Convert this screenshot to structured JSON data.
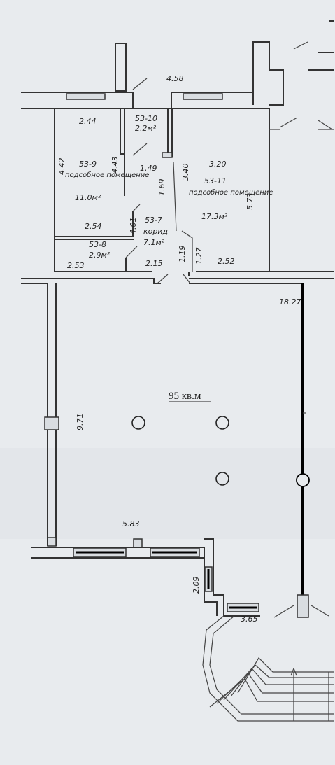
{
  "plan": {
    "total_area": "95 кв.м",
    "rooms": [
      {
        "id": "53-10",
        "area": "2.2м²"
      },
      {
        "id": "53-9",
        "name": "подсобное помещение",
        "area": "11.0м²"
      },
      {
        "id": "53-11",
        "name": "подсобное помещение",
        "area": "17.3м²"
      },
      {
        "id": "53-7",
        "name": "корид",
        "area": "7.1м²"
      },
      {
        "id": "53-8",
        "area": "2.9м²"
      }
    ],
    "dimensions": {
      "d_4_58": "4.58",
      "d_2_44": "2.44",
      "d_4_42": "4.42",
      "d_4_43": "4.43",
      "d_1_49": "1.49",
      "d_3_40": "3.40",
      "d_3_20": "3.20",
      "d_5_73": "5.73",
      "d_1_69": "1.69",
      "d_4_01": "4.01",
      "d_2_54": "2.54",
      "d_2_53": "2.53",
      "d_2_15": "2.15",
      "d_1_19": "1.19",
      "d_1_27": "1.27",
      "d_2_52": "2.52",
      "d_18_27": "18.27",
      "d_9_71": "9.71",
      "d_5_83": "5.83",
      "d_2_09": "2.09",
      "d_3_65": "3.65"
    }
  }
}
